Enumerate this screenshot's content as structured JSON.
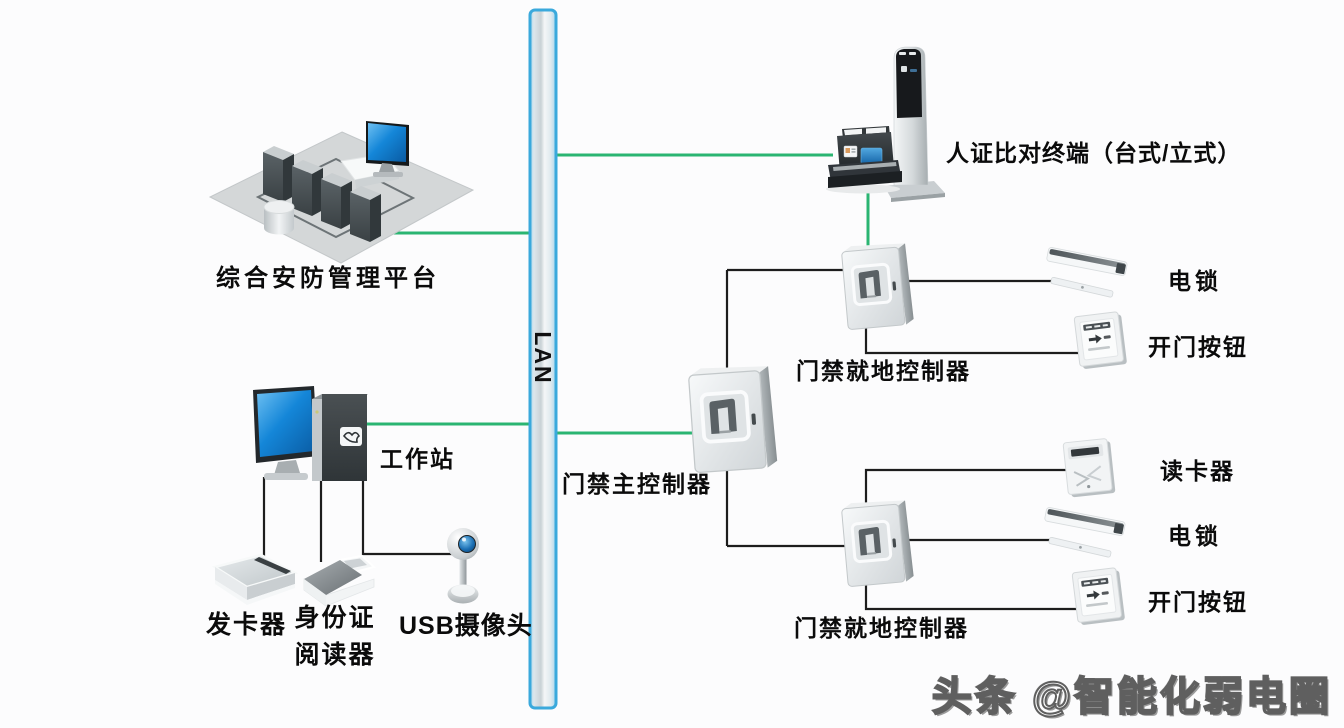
{
  "lan": {
    "label": "LAN"
  },
  "colors": {
    "link_green": "#2bb572",
    "lan_border": "#3aa9dc",
    "line_black": "#1d1d1d",
    "screen_blue": "#1486d8"
  },
  "nodes": {
    "platform": {
      "label": "综合安防管理平台"
    },
    "terminal": {
      "label": "人证比对终端（台式/立式）"
    },
    "workstation": {
      "label": "工作站"
    },
    "main_controller": {
      "label": "门禁主控制器"
    },
    "local_controller_1": {
      "label": "门禁就地控制器"
    },
    "local_controller_2": {
      "label": "门禁就地控制器"
    },
    "lock_1": {
      "label": "电锁"
    },
    "open_button_1": {
      "label": "开门按钮"
    },
    "card_reader": {
      "label": "读卡器"
    },
    "lock_2": {
      "label": "电锁"
    },
    "open_button_2": {
      "label": "开门按钮"
    },
    "card_issuer": {
      "label": "发卡器"
    },
    "id_card_reader": {
      "label_line1": "身份证",
      "label_line2": "阅读器"
    },
    "usb_camera": {
      "label": "USB摄像头"
    }
  },
  "watermark": {
    "text": "头条 @智能化弱电圈"
  }
}
